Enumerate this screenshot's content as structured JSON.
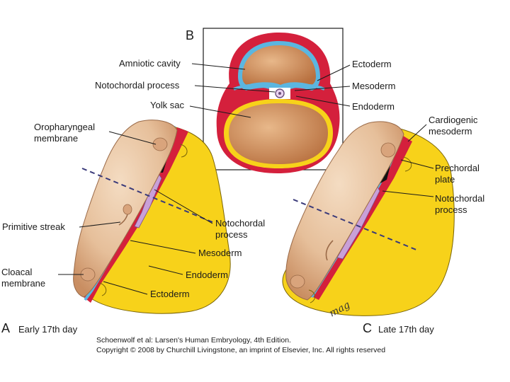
{
  "panels": {
    "A": {
      "letter": "A",
      "caption": "Early 17th day"
    },
    "B": {
      "letter": "B"
    },
    "C": {
      "letter": "C",
      "caption": "Late 17th day"
    }
  },
  "labels": {
    "amniotic_cavity": "Amniotic cavity",
    "notochordal_process_b": "Notochordal process",
    "yolk_sac": "Yolk sac",
    "ectoderm_b": "Ectoderm",
    "mesoderm_b": "Mesoderm",
    "endoderm_b": "Endoderm",
    "oropharyngeal_1": "Oropharyngeal",
    "oropharyngeal_2": "membrane",
    "primitive_streak": "Primitive streak",
    "cloacal_1": "Cloacal",
    "cloacal_2": "membrane",
    "notochordal_a_1": "Notochordal",
    "notochordal_a_2": "process",
    "mesoderm_a": "Mesoderm",
    "endoderm_a": "Endoderm",
    "ectoderm_a": "Ectoderm",
    "cardiogenic_1": "Cardiogenic",
    "cardiogenic_2": "mesoderm",
    "prechordal_1": "Prechordal",
    "prechordal_2": "plate",
    "notochordal_c_1": "Notochordal",
    "notochordal_c_2": "process"
  },
  "signature": "mag",
  "credit": {
    "line1": "Schoenwolf et al: Larsen's Human Embryology, 4th Edition.",
    "line2": "Copyright © 2008 by Churchill Livingstone, an imprint of Elsevier, Inc. All rights reserved"
  },
  "colors": {
    "ectoderm": "#e6bf9a",
    "ectoderm_edge": "#5bb6e0",
    "mesoderm": "#d4203c",
    "endoderm": "#f7d21a",
    "notochord": "#c9a0d8",
    "cavity": "#c8865a",
    "dashed_line": "#3a3a7a"
  }
}
